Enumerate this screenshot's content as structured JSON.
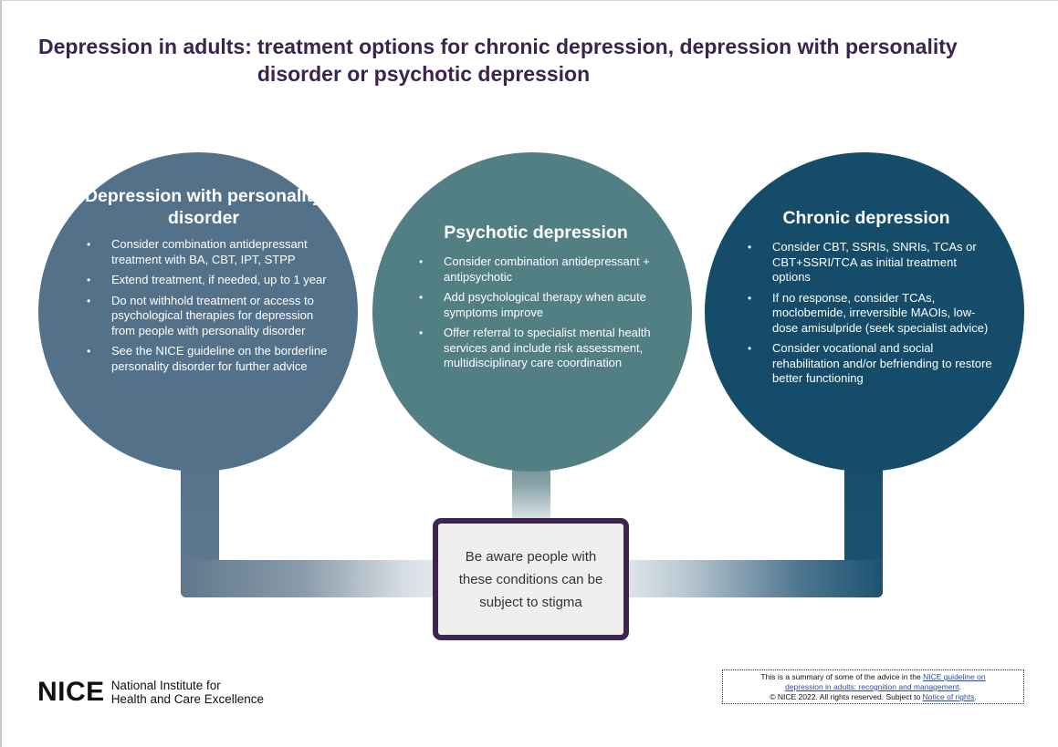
{
  "title": {
    "part1": "Depression in adults:",
    "part2": "treatment options for chronic depression, depression with personality disorder or psychotic depression"
  },
  "circles": [
    {
      "heading": "Depression with personality disorder",
      "color": "#54718a",
      "bullets": [
        "Consider combination antidepressant treatment with  BA, CBT, IPT, STPP",
        "Extend treatment, if needed, up to 1 year",
        "Do not withhold treatment or access to psychological therapies for depression from people with personality disorder",
        "See the NICE guideline on the borderline personality disorder for further advice"
      ]
    },
    {
      "heading": "Psychotic depression",
      "color": "#527f84",
      "bullets": [
        "Consider combination antidepressant + antipsychotic",
        "Add psychological therapy when acute symptoms improve",
        "Offer referral to specialist mental health services and include risk assessment, multidisciplinary care coordination"
      ]
    },
    {
      "heading": "Chronic depression",
      "color": "#154c69",
      "bullets": [
        "Consider CBT, SSRIs, SNRIs, TCAs or CBT+SSRI/TCA as initial treatment options",
        "If no response, consider TCAs, moclobemide, irreversible MAOIs, low-dose amisulpride (seek specialist advice)",
        "Consider vocational and social rehabilitation and/or befriending to restore better functioning"
      ]
    }
  ],
  "stigma_box": {
    "text": "Be aware people with these conditions can be subject to stigma",
    "border_color": "#3f2450"
  },
  "logo": {
    "mark": "NICE",
    "line1": "National Institute for",
    "line2": "Health and Care Excellence"
  },
  "footer_note": {
    "line1_prefix": "This is a summary of some of the advice in the ",
    "link1_part1": "NICE guideline on",
    "link1_part2": "depression in adults: recognition and management",
    "line3_prefix": "© NICE 2022. All rights reserved. Subject to ",
    "link2": "Notice of rights"
  }
}
